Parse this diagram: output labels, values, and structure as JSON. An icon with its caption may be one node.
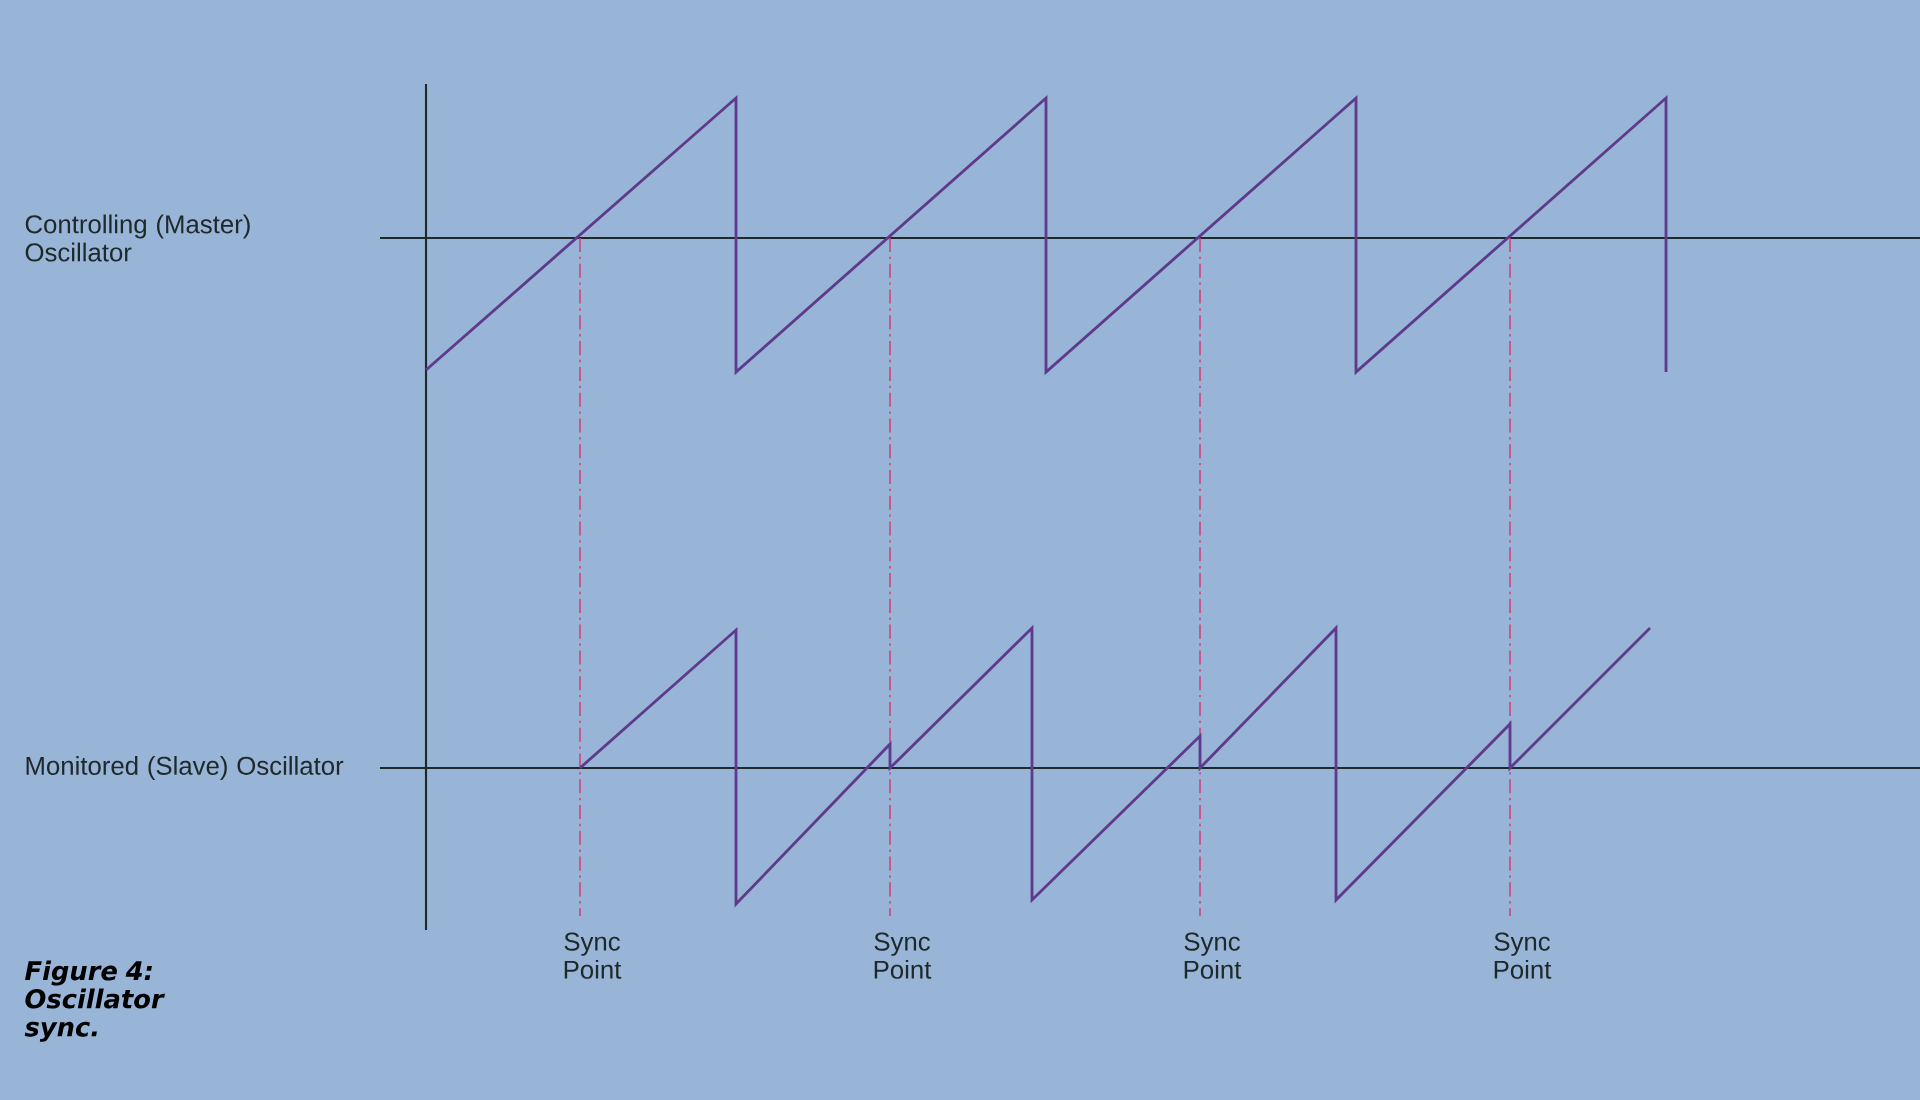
{
  "diagram": {
    "caption": "Figure 4: Oscillator sync.",
    "labels": [
      "Controlling (Master) Oscillator",
      "Monitored (Slave) Oscillator",
      "Sync Point",
      "Sync Point",
      "Sync Point",
      "Sync Point"
    ]
  }
}
